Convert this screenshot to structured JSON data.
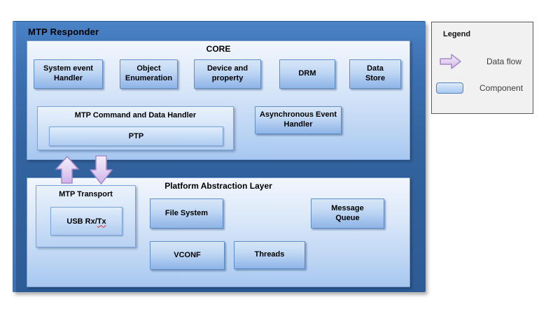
{
  "diagram": {
    "title": "MTP Responder",
    "core": {
      "label": "CORE",
      "boxes": [
        "System event Handler",
        "Object Enumeration",
        "Device and property",
        "DRM",
        "Data Store"
      ],
      "command_data_handler": {
        "label": "MTP Command and Data Handler",
        "ptp_label": "PTP"
      },
      "async_event_handler": "Asynchronous Event Handler"
    },
    "pal": {
      "label": "Platform Abstraction Layer",
      "transport": {
        "label": "MTP Transport",
        "usb_part1": "USB Rx/ ",
        "usb_part2": "Tx"
      },
      "boxes": [
        "File System",
        "Message Queue",
        "VCONF",
        "Threads"
      ]
    }
  },
  "legend": {
    "title": "Legend",
    "data_flow_label": "Data flow",
    "component_label": "Component"
  },
  "colors": {
    "outer_blue_top": "#4a82c6",
    "outer_blue_bottom": "#2d5b95",
    "section_blue": "#a7c7f0",
    "component_blue": "#8fb5e8",
    "arrow_purple_fill": "#d2b8ea",
    "arrow_purple_stroke": "#a58ac9",
    "legend_bg": "#f1f1f1"
  }
}
